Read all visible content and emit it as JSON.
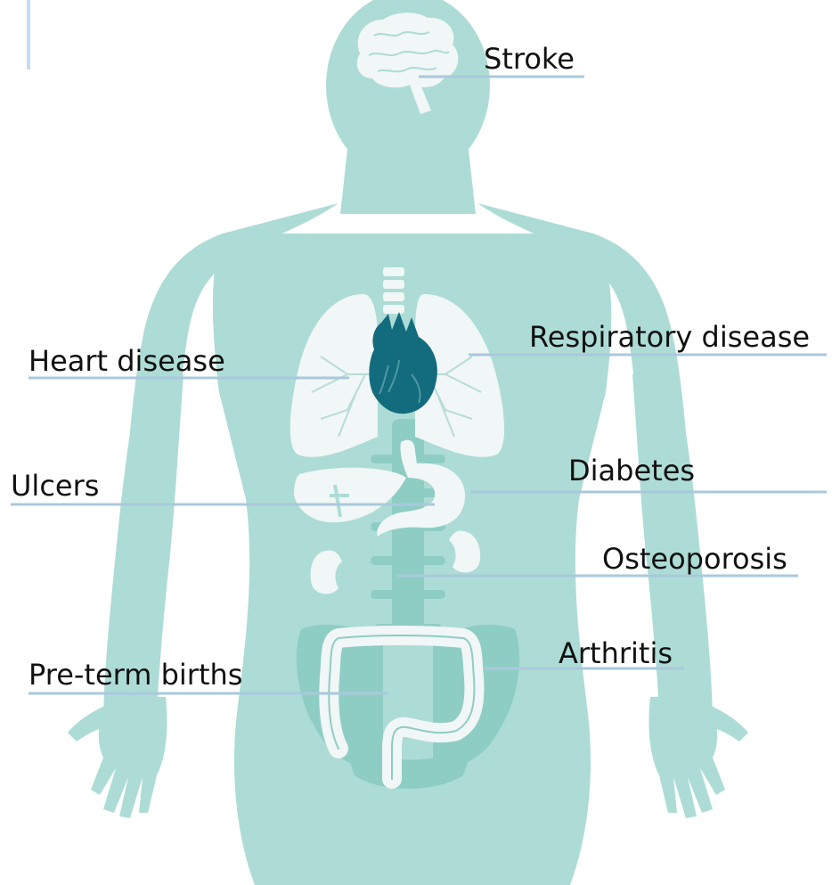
{
  "colors": {
    "body": "#addcd6",
    "organ_dark": "#8ecdc4",
    "organ_light": "#f1f6f6",
    "vein": "#b9dcd8",
    "heart": "#136c7e",
    "heart_dark": "#0e5564",
    "line": "#a9c9dc",
    "text": "#111111"
  },
  "labels": {
    "stroke": "Stroke",
    "heart_disease": "Heart disease",
    "respiratory_disease": "Respiratory disease",
    "ulcers": "Ulcers",
    "diabetes": "Diabetes",
    "osteoporosis": "Osteoporosis",
    "pre_term_births": "Pre-term births",
    "arthritis": "Arthritis"
  }
}
